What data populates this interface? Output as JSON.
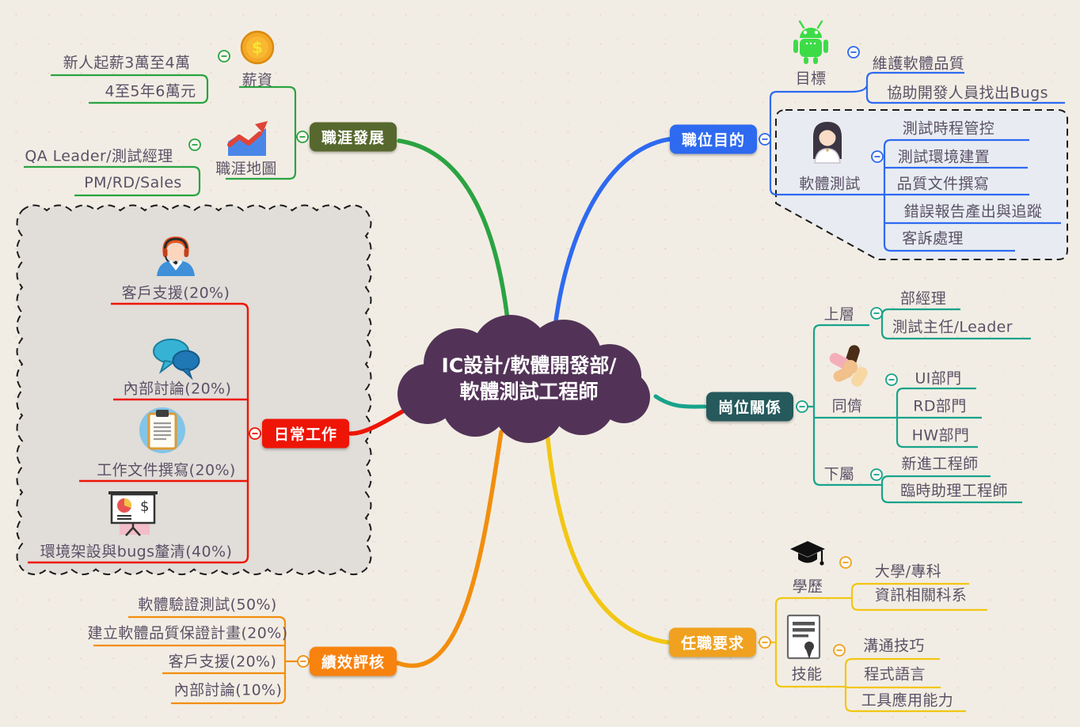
{
  "center": {
    "line1": "IC設計/軟體開發部/",
    "line2": "軟體測試工程師",
    "cloud_color": "#523357"
  },
  "branches": {
    "career": {
      "label": "職涯發展",
      "box_color": "#57682e",
      "line_color": "#2ba342",
      "salary": {
        "label": "薪資",
        "icon": "coin-icon",
        "children": [
          "新人起薪3萬至4萬",
          "4至5年6萬元"
        ]
      },
      "career_map": {
        "label": "職涯地圖",
        "icon": "trend-chart-icon",
        "children": [
          "QA Leader/測試經理",
          "PM/RD/Sales"
        ]
      }
    },
    "purpose": {
      "label": "職位目的",
      "box_color": "#2e6af0",
      "line_color": "#2e6af0",
      "goal": {
        "label": "目標",
        "icon": "android-icon",
        "children": [
          "維護軟體品質",
          "協助開發人員找出Bugs"
        ]
      },
      "software_test": {
        "label": "軟體測試",
        "icon": "woman-avatar-icon",
        "children": [
          "測試時程管控",
          "測試環境建置",
          "品質文件撰寫",
          "錯誤報告產出與追蹤",
          "客訴處理"
        ]
      }
    },
    "relations": {
      "label": "崗位關係",
      "box_color": "#25595c",
      "line_color": "#17a38b",
      "upper": {
        "label": "上層",
        "children": [
          "部經理",
          "測試主任/Leader"
        ]
      },
      "peers": {
        "label": "同儕",
        "icon": "hands-together-icon",
        "children": [
          "UI部門",
          "RD部門",
          "HW部門"
        ]
      },
      "subordinates": {
        "label": "下屬",
        "children": [
          "新進工程師",
          "臨時助理工程師"
        ]
      }
    },
    "requirements": {
      "label": "任職要求",
      "box_color": "#f0a11f",
      "line_color": "#f2c614",
      "education": {
        "label": "學歷",
        "icon": "graduation-cap-icon",
        "children": [
          "大學/專科",
          "資訊相關科系"
        ]
      },
      "skills": {
        "label": "技能",
        "icon": "certificate-icon",
        "children": [
          "溝通技巧",
          "程式語言",
          "工具應用能力"
        ]
      }
    },
    "performance": {
      "label": "績效評核",
      "box_color": "#f8820e",
      "line_color": "#f28e0d",
      "children": [
        "軟體驗證測試(50%)",
        "建立軟體品質保證計畫(20%)",
        "客戶支援(20%)",
        "內部討論(10%)"
      ]
    },
    "daily": {
      "label": "日常工作",
      "box_color": "#ee1506",
      "line_color": "#ee1506",
      "children": [
        {
          "label": "客戶支援(20%)",
          "icon": "support-agent-icon"
        },
        {
          "label": "內部討論(20%)",
          "icon": "chat-bubbles-icon"
        },
        {
          "label": "工作文件撰寫(20%)",
          "icon": "clipboard-icon"
        },
        {
          "label": "環境架設與bugs釐清(40%)",
          "icon": "presentation-board-icon"
        }
      ]
    }
  }
}
